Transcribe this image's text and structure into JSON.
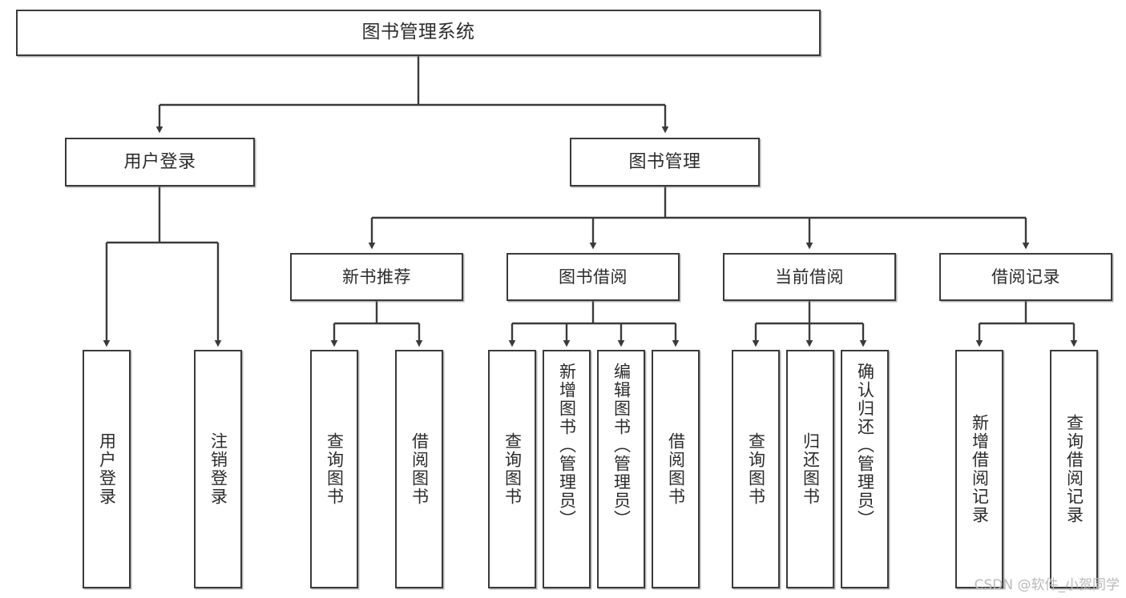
{
  "diagram": {
    "type": "tree-hierarchy-chart",
    "title": "图书管理系统",
    "theme": {
      "background": "#ffffff",
      "box_border": "#3a3a3a",
      "box_fill": "#ffffff",
      "edge_color": "#3a3a3a",
      "text_color": "#2b2b2b",
      "watermark_color": "#b9b9b9"
    },
    "root": {
      "label": "图书管理系统"
    },
    "level2": [
      {
        "label": "用户登录"
      },
      {
        "label": "图书管理"
      }
    ],
    "level3": [
      {
        "label": "新书推荐"
      },
      {
        "label": "图书借阅"
      },
      {
        "label": "当前借阅"
      },
      {
        "label": "借阅记录"
      }
    ],
    "leaves": {
      "user_login": [
        {
          "label": "用户登录"
        },
        {
          "label": "注销登录"
        }
      ],
      "new_book_recommend": [
        {
          "label": "查询图书"
        },
        {
          "label": "借阅图书"
        }
      ],
      "book_borrow": [
        {
          "label": "查询图书"
        },
        {
          "label": "新增图书（管理员）"
        },
        {
          "label": "编辑图书（管理员）"
        },
        {
          "label": "借阅图书"
        }
      ],
      "current_borrow": [
        {
          "label": "查询图书"
        },
        {
          "label": "归还图书"
        },
        {
          "label": "确认归还（管理员）"
        }
      ],
      "borrow_record": [
        {
          "label": "新增借阅记录"
        },
        {
          "label": "查询借阅记录"
        }
      ]
    }
  },
  "watermark": {
    "text": "CSDN @软件_小贺同学"
  }
}
